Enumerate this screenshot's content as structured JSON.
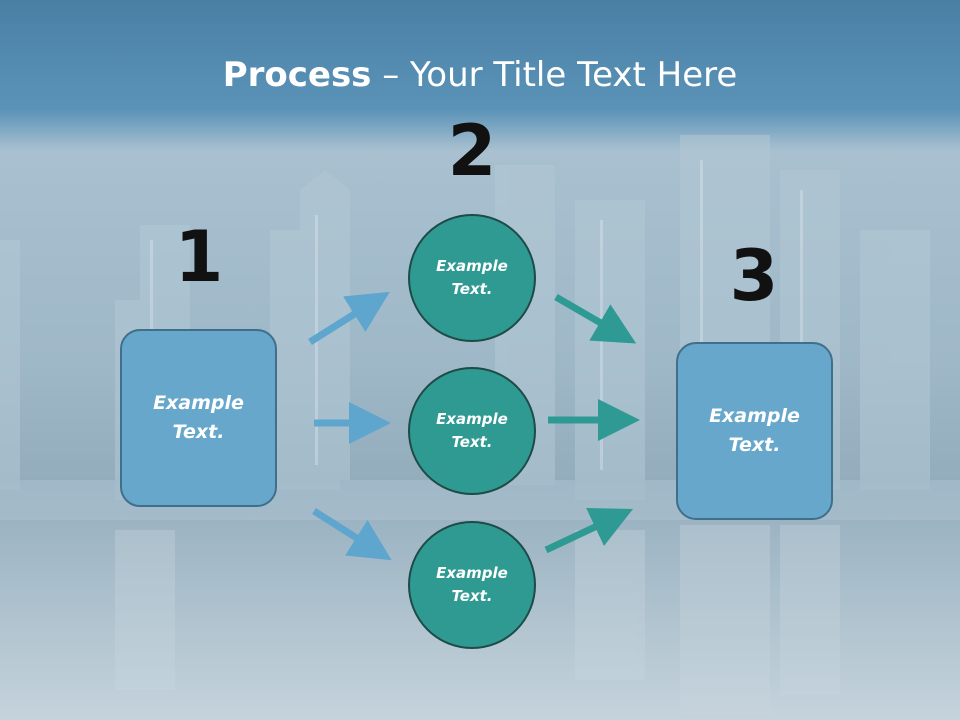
{
  "title": {
    "bold": "Process",
    "rest": " – Your Title Text Here"
  },
  "step_numbers": [
    "1",
    "2",
    "3"
  ],
  "step1_box": {
    "text": "Example\nText."
  },
  "step2_circles": [
    {
      "text": "Example\nText."
    },
    {
      "text": "Example\nText."
    },
    {
      "text": "Example\nText."
    }
  ],
  "step3_box": {
    "text": "Example\nText."
  },
  "colors": {
    "box_fill": "#67a7cb",
    "circle_fill": "#2f9a92",
    "arrow_blue": "#5fa6cf",
    "arrow_teal": "#2e9a93"
  }
}
